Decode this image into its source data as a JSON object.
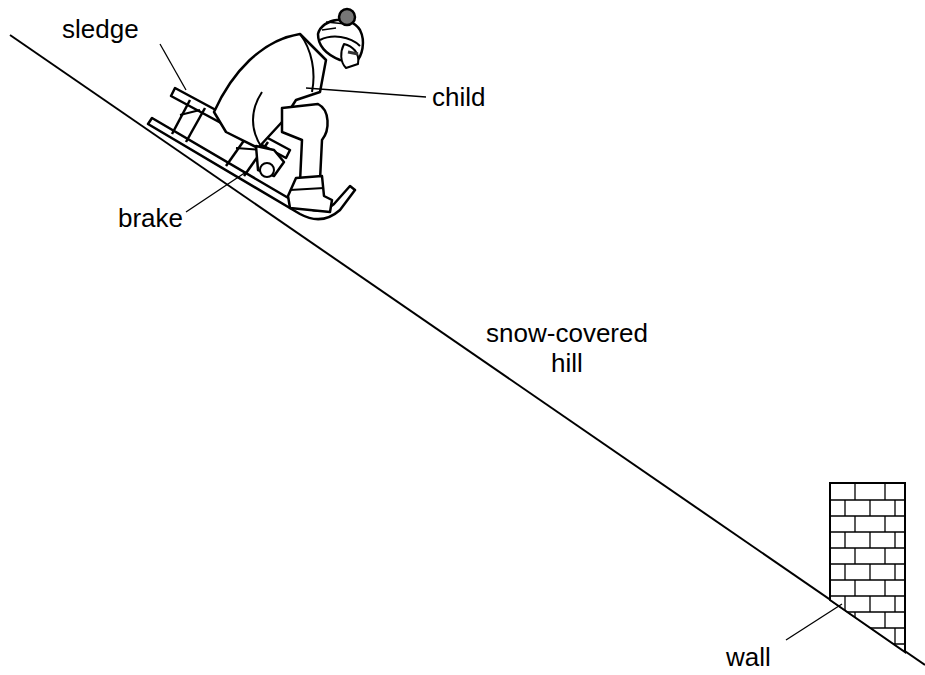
{
  "diagram": {
    "labels": [
      "sledge",
      "child",
      "brake",
      "snow-covered hill",
      "wall"
    ]
  }
}
